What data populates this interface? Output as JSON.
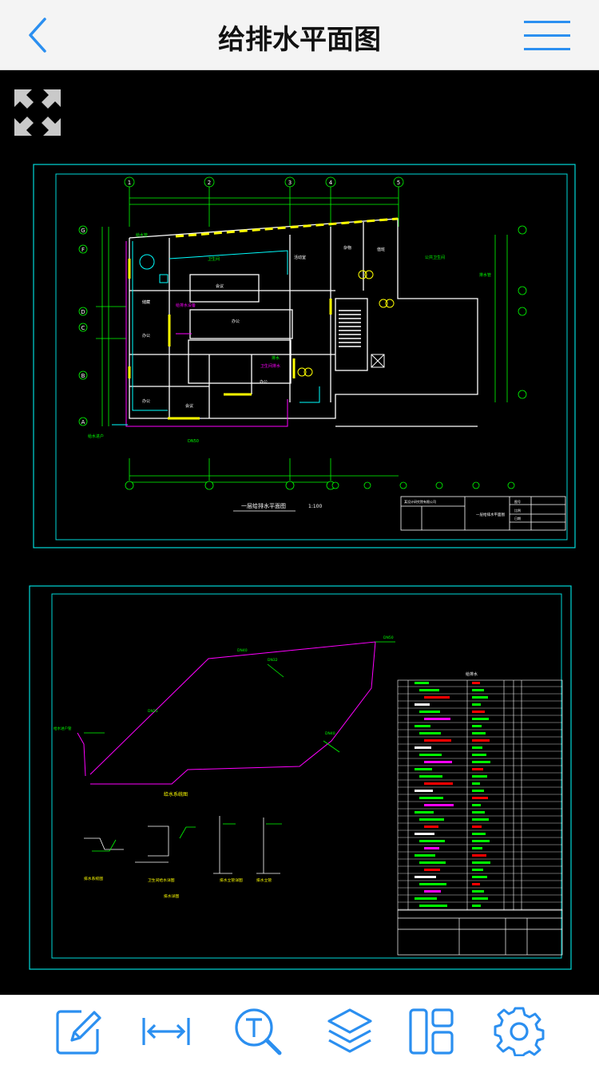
{
  "header": {
    "title": "给排水平面图",
    "back_icon": "chevron-left-icon",
    "menu_icon": "menu-icon"
  },
  "viewer": {
    "expand_icon": "fullscreen-expand-icon",
    "sheet1": {
      "axis_labels_top": [
        "1",
        "2",
        "3",
        "4",
        "5"
      ],
      "axis_labels_left": [
        "G",
        "F",
        "D",
        "C",
        "B",
        "A"
      ],
      "title": "一层给排水平面图",
      "scale": "1:100",
      "stamp_right": "一层给排水平面图"
    },
    "sheet2": {
      "table_title": "给排水",
      "caption1": "给水系统图",
      "caption2": "排水系统图"
    }
  },
  "toolbar": {
    "items": [
      {
        "name": "edit-icon"
      },
      {
        "name": "measure-icon"
      },
      {
        "name": "text-search-icon"
      },
      {
        "name": "layers-icon"
      },
      {
        "name": "layout-icon"
      },
      {
        "name": "settings-icon"
      }
    ]
  },
  "colors": {
    "accent": "#2b8ff0",
    "cad_cyan": "#00ffff",
    "cad_green": "#00ff00",
    "cad_yellow": "#ffff00",
    "cad_magenta": "#ff00ff",
    "cad_red": "#ff0000"
  }
}
